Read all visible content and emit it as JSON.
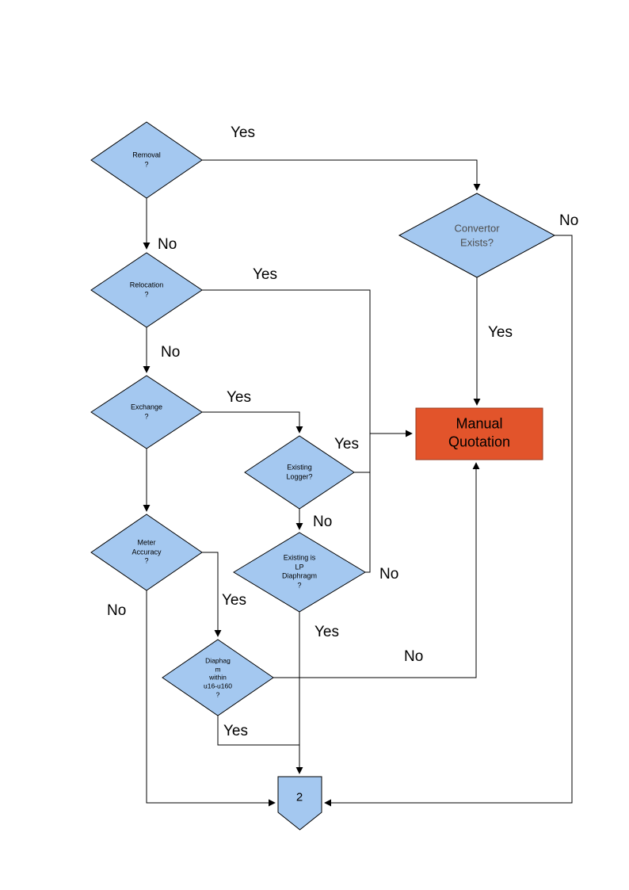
{
  "colors": {
    "node_fill": "#a4c8f0",
    "node_border": "#000000",
    "action_fill": "#e2542b",
    "action_border": "#993a1c",
    "line": "#000000"
  },
  "nodes": {
    "removal": {
      "label": "Removal\n?"
    },
    "convertor": {
      "label": "Convertor\nExists?"
    },
    "relocation": {
      "label": "Relocation\n?"
    },
    "exchange": {
      "label": "Exchange\n?"
    },
    "existing_logger": {
      "label": "Existing\nLogger?"
    },
    "existing_lp": {
      "label": "Existing is\nLP\nDiaphragm\n?"
    },
    "meter_accuracy": {
      "label": "Meter\nAccuracy\n?"
    },
    "diaphragm_range": {
      "label": "Diaphag\nm\nwithin\nu16-u160\n?"
    },
    "manual_quotation": {
      "label": "Manual\nQuotation"
    },
    "connector_2": {
      "label": "2"
    }
  },
  "labels": {
    "removal_yes": "Yes",
    "removal_no": "No",
    "convertor_no": "No",
    "convertor_yes": "Yes",
    "relocation_yes": "Yes",
    "relocation_no": "No",
    "exchange_yes": "Yes",
    "logger_yes": "Yes",
    "logger_no": "No",
    "lp_no": "No",
    "lp_yes": "Yes",
    "meter_yes": "Yes",
    "meter_no": "No",
    "diaphragm_no": "No",
    "diaphragm_yes": "Yes"
  }
}
